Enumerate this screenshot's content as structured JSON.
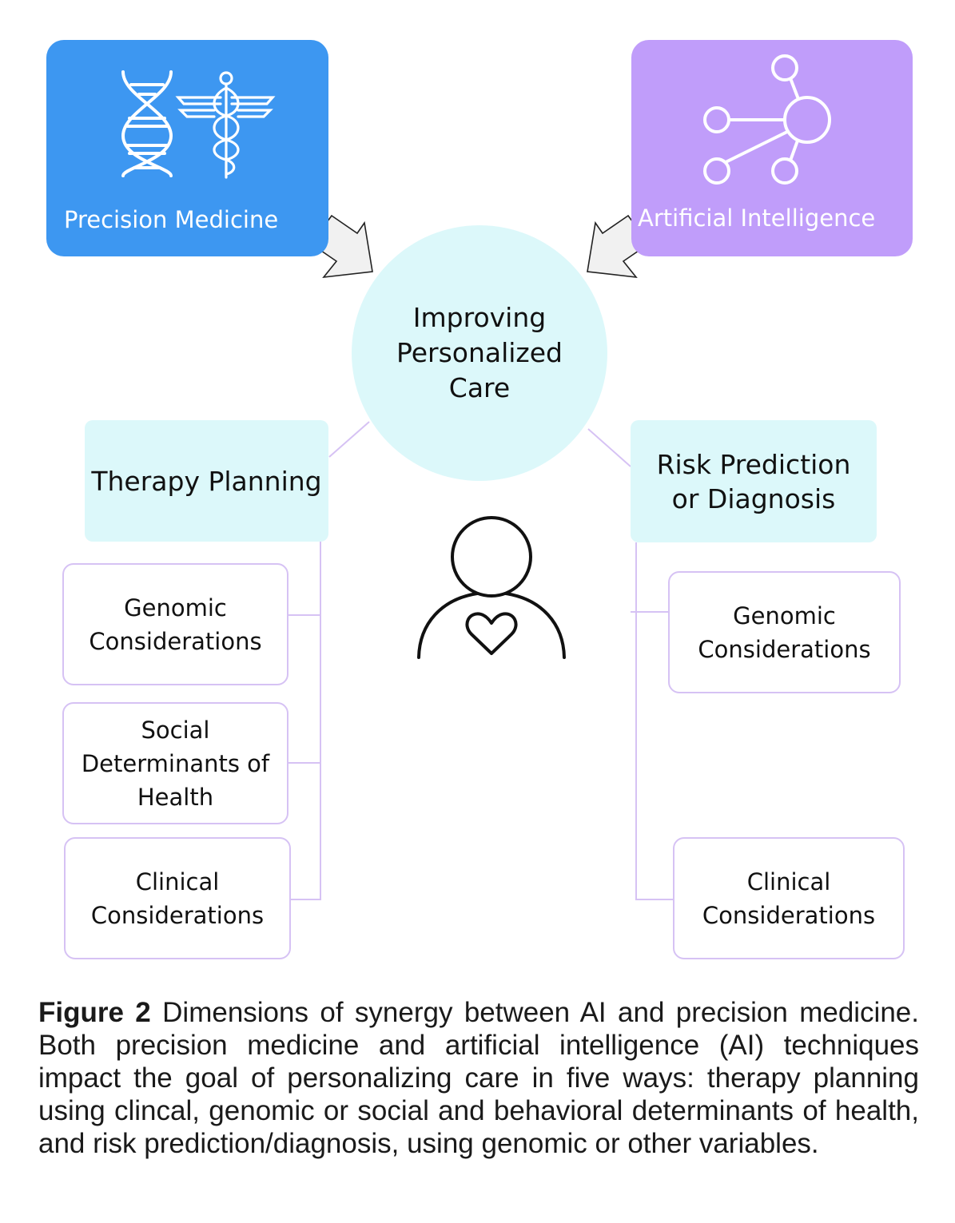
{
  "nodes": {
    "precision_medicine": "Precision Medicine",
    "artificial_intelligence": "Artificial Intelligence",
    "center": [
      "Improving",
      "Personalized",
      "Care"
    ],
    "therapy_planning": "Therapy Planning",
    "risk_prediction": [
      "Risk Prediction",
      "or Diagnosis"
    ],
    "left_leaves": [
      [
        "Genomic",
        "Considerations"
      ],
      [
        "Social",
        "Determinants of",
        "Health"
      ],
      [
        "Clinical",
        "Considerations"
      ]
    ],
    "right_leaves": [
      [
        "Genomic",
        "Considerations"
      ],
      [
        "Clinical",
        "Considerations"
      ]
    ]
  },
  "colors": {
    "precision_medicine_bg": "#3d97f1",
    "artificial_intelligence_bg": "#c09dfa",
    "light_cyan": "#dcf8fa",
    "leaf_border": "#d6c2f4",
    "connector": "#d6c2f4"
  },
  "icons": [
    "dna-icon",
    "caduceus-icon",
    "network-icon",
    "person-heart-icon",
    "arrow-icon"
  ],
  "caption": {
    "label": "Figure 2",
    "text": " Dimensions of synergy between AI and precision medicine. Both precision medicine and artificial intelligence (AI) techniques impact the goal of personalizing care in five ways: therapy planning using clincal, genomic or social and behavioral determinants of health, and risk prediction/diagnosis, using genomic or other variables."
  }
}
